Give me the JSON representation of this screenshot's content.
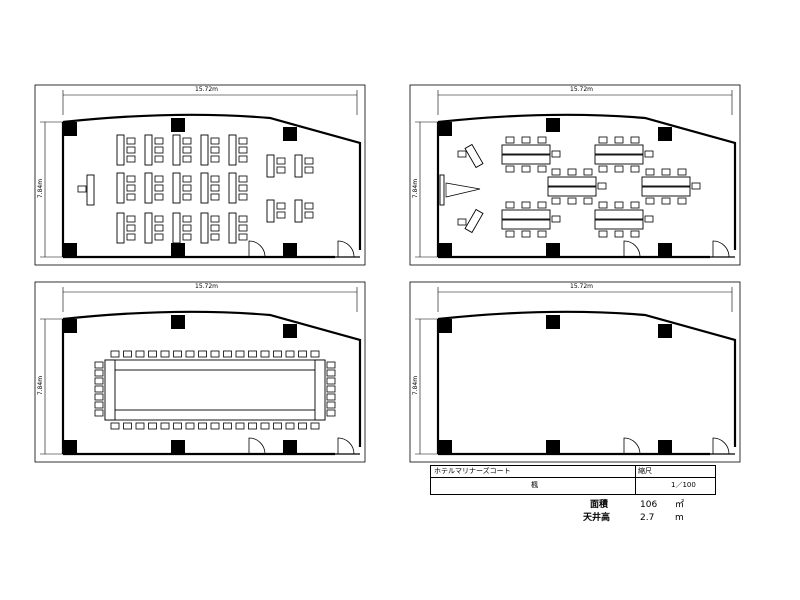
{
  "plans": [
    {
      "id": "plan-school",
      "layout": "school",
      "width_label": "15.72m",
      "height_label": "7.84m"
    },
    {
      "id": "plan-island",
      "layout": "island",
      "width_label": "15.72m",
      "height_label": "7.84m"
    },
    {
      "id": "plan-hollow-square",
      "layout": "hollow",
      "width_label": "15.72m",
      "height_label": "7.84m"
    },
    {
      "id": "plan-empty",
      "layout": "empty",
      "width_label": "15.72m",
      "height_label": "7.84m"
    }
  ],
  "title_block": {
    "hotel_name": "ホテルマリナーズコート",
    "room_name": "楓",
    "scale_label": "縮尺",
    "scale_value": "1／100"
  },
  "room_info": {
    "area_label": "面積",
    "area_value": "106",
    "area_unit": "㎡",
    "ceiling_label": "天井高",
    "ceiling_value": "2.7",
    "ceiling_unit": "m"
  }
}
